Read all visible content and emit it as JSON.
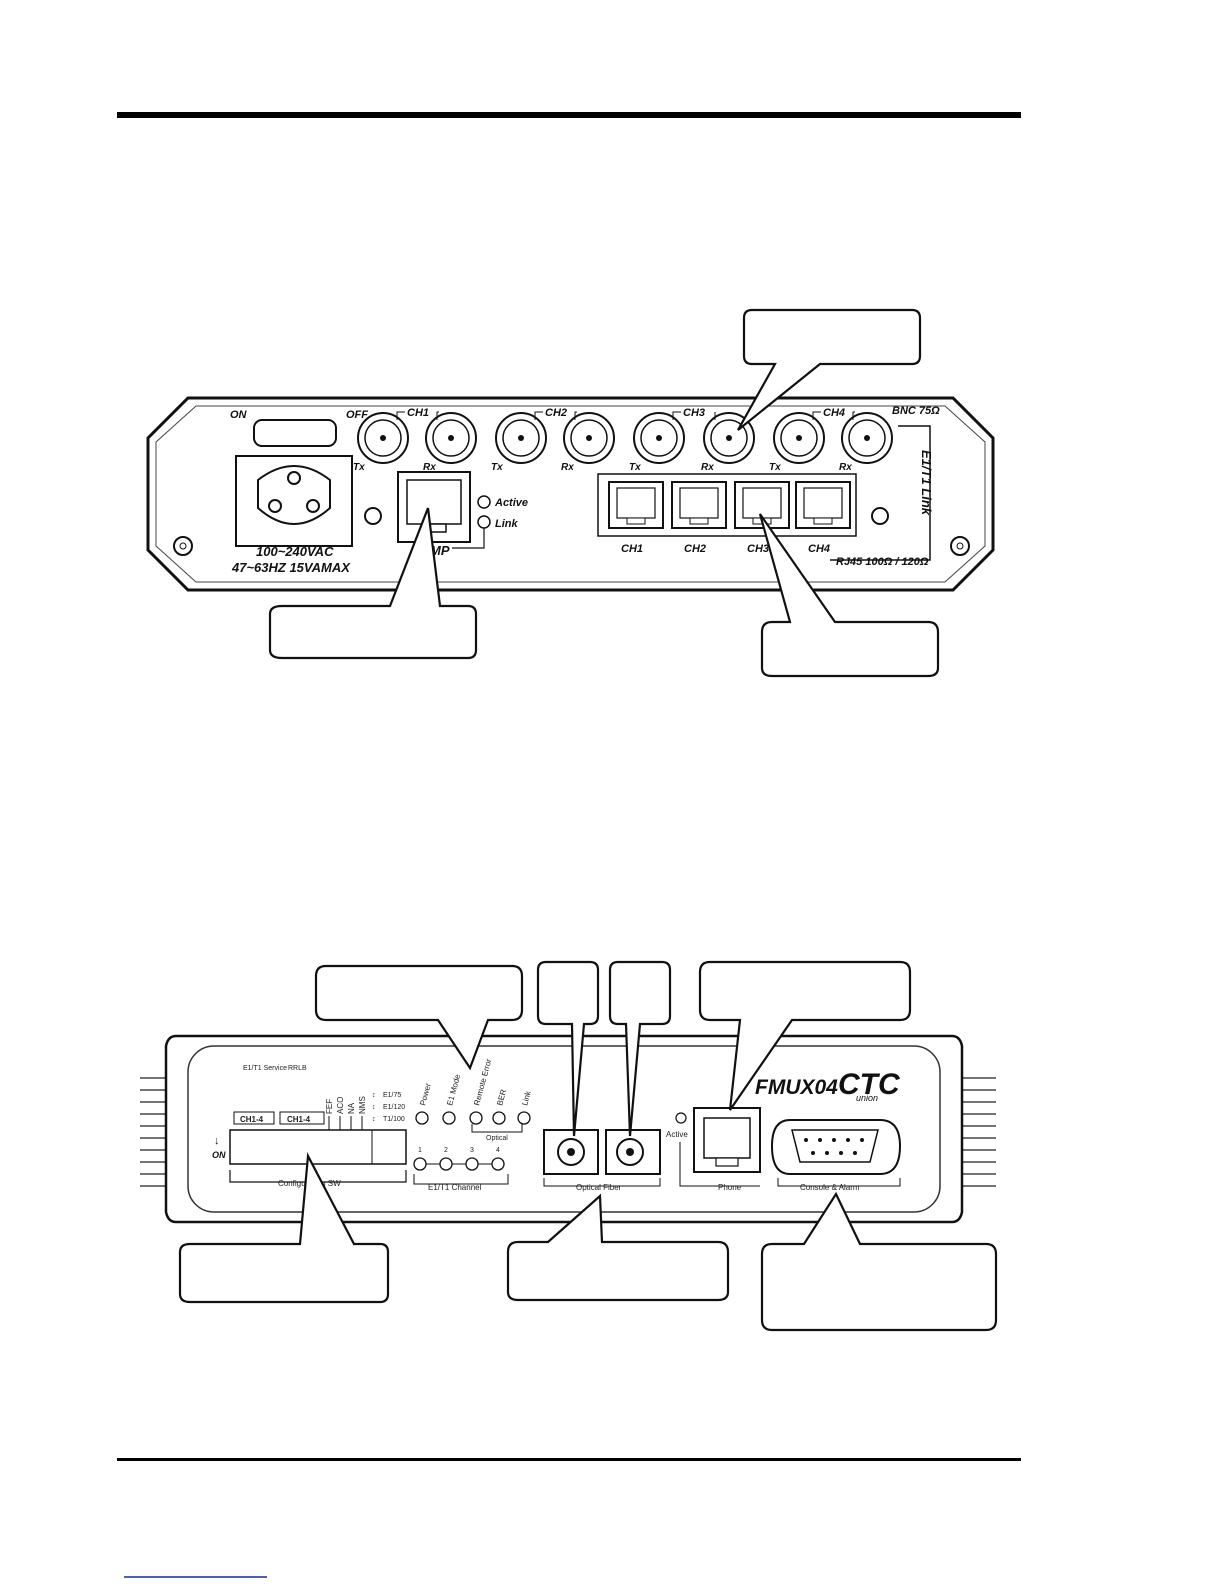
{
  "rear_panel": {
    "power_on": "ON",
    "power_off": "OFF",
    "power_rating_line1": "100~240VAC",
    "power_rating_line2": "47~63HZ 15VAMAX",
    "bnc_channels": [
      {
        "label": "CH1",
        "tx": "Tx",
        "rx": "Rx"
      },
      {
        "label": "CH2",
        "tx": "Tx",
        "rx": "Rx"
      },
      {
        "label": "CH3",
        "tx": "Tx",
        "rx": "Rx"
      },
      {
        "label": "CH4",
        "tx": "Tx",
        "rx": "Rx"
      }
    ],
    "bnc_spec": "BNC 75Ω",
    "link_label": "E1/T1 Link",
    "snmp_label": "SNMP",
    "snmp_active": "Active",
    "snmp_link": "Link",
    "rj45_channels": [
      "CH1",
      "CH2",
      "CH3",
      "CH4"
    ],
    "rj45_spec": "RJ45 100Ω / 120Ω"
  },
  "front_panel": {
    "model": "FMUX04",
    "brand": "CTC",
    "brand_sub": "union",
    "sw_group1": "E1/T1 Service",
    "sw_group1_ch": "CH1-4",
    "sw_group2": "RRLB",
    "sw_group2_ch": "CH1-4",
    "sw_single": [
      "FEF",
      "ACO",
      "NA",
      "NMS"
    ],
    "sw_modes": [
      "E1/75",
      "E1/120",
      "T1/100"
    ],
    "sw_on": "ON",
    "config_label": "Configuration SW",
    "leds": [
      "Power",
      "E1 Mode",
      "Remote Error",
      "BER",
      "Link"
    ],
    "optical_label": "Optical",
    "channel_numbers": [
      "1",
      "2",
      "3",
      "4"
    ],
    "channel_label": "E1/T1 Channel",
    "fiber_label": "Optical Fiber",
    "active_label": "Active",
    "phone_label": "Phone",
    "console_label": "Console & Alarm"
  }
}
